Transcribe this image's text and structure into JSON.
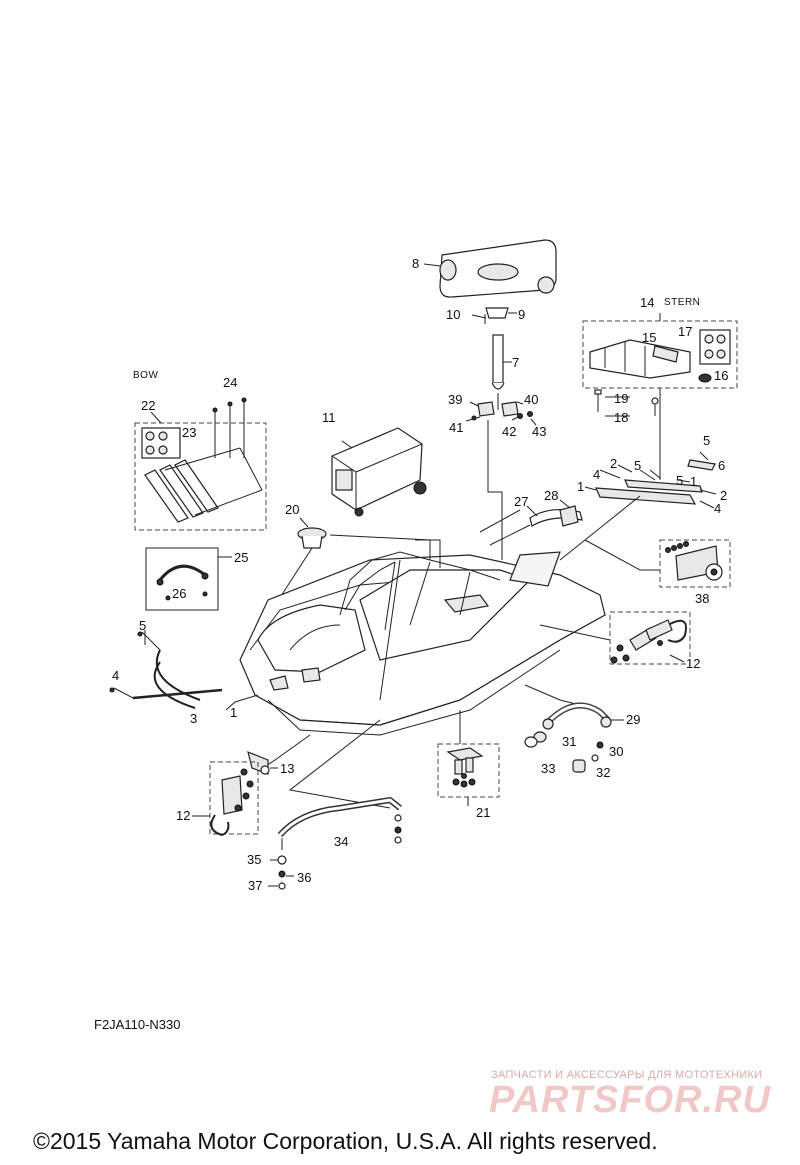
{
  "labels": {
    "bow": "BOW",
    "stern": "STERN"
  },
  "callouts": [
    "1",
    "2",
    "3",
    "4",
    "5",
    "8",
    "9",
    "10",
    "7",
    "11",
    "12",
    "13",
    "14",
    "15",
    "16",
    "17",
    "18",
    "19",
    "20",
    "21",
    "22",
    "23",
    "24",
    "25",
    "26",
    "27",
    "28",
    "29",
    "30",
    "31",
    "32",
    "33",
    "34",
    "35",
    "36",
    "37",
    "38",
    "39",
    "40",
    "41",
    "42",
    "43"
  ],
  "diagram_code": "F2JA110-N330",
  "watermark": {
    "tagline": "ЗАПЧАСТИ И АКСЕССУАРЫ ДЛЯ МОТОТЕХНИКИ",
    "brand": "PARTSFOR.RU"
  },
  "copyright": "©2015 Yamaha Motor Corporation, U.S.A. All rights reserved."
}
